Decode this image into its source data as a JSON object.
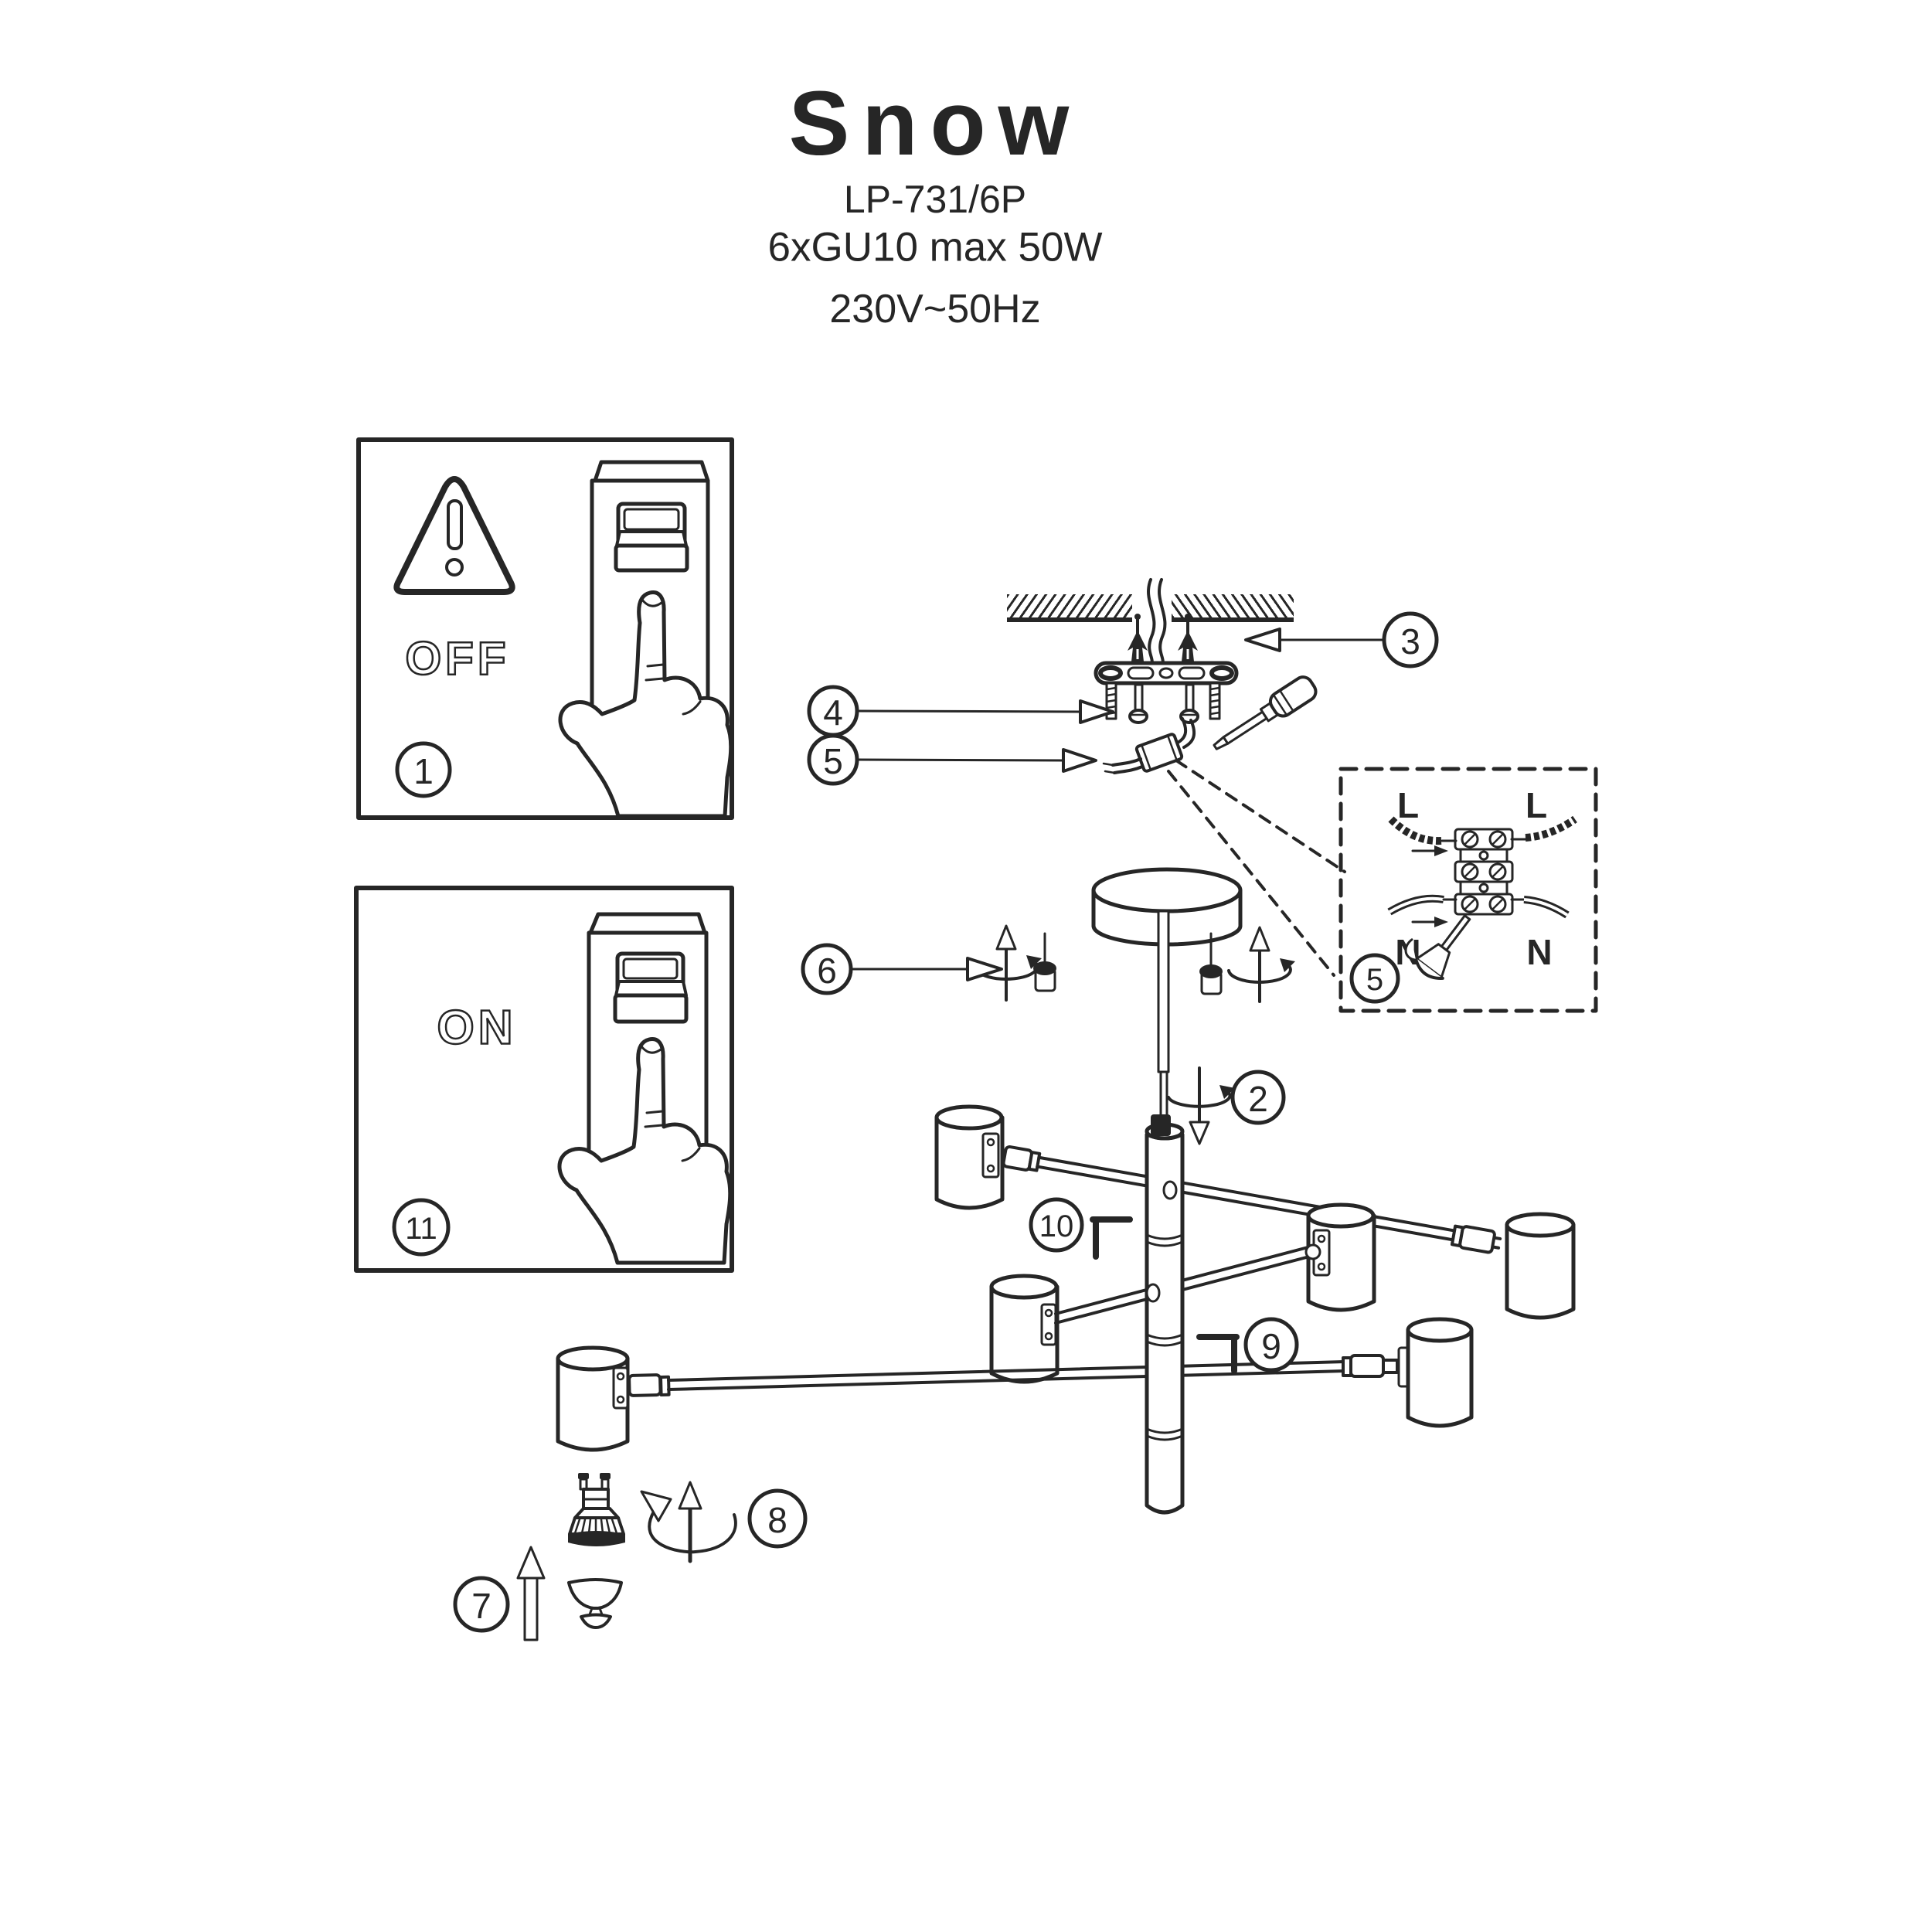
{
  "title": {
    "product": "Snow",
    "model": "LP-731/6P",
    "lamp_spec": "6xGU10 max 50W",
    "power_spec": "230V~50Hz"
  },
  "panels": {
    "off": {
      "label": "OFF",
      "step_number": "1"
    },
    "on": {
      "label": "ON",
      "step_number": "11"
    }
  },
  "callouts": {
    "step2": "2",
    "step3": "3",
    "step4": "4",
    "step5": "5",
    "step6": "6",
    "step7": "7",
    "step8": "8",
    "step9": "9",
    "step10": "10"
  },
  "wiring_detail": {
    "step_number": "5",
    "live_label": "L",
    "neutral_label": "N"
  },
  "colors": {
    "ink": "#262626",
    "paper": "#ffffff"
  }
}
